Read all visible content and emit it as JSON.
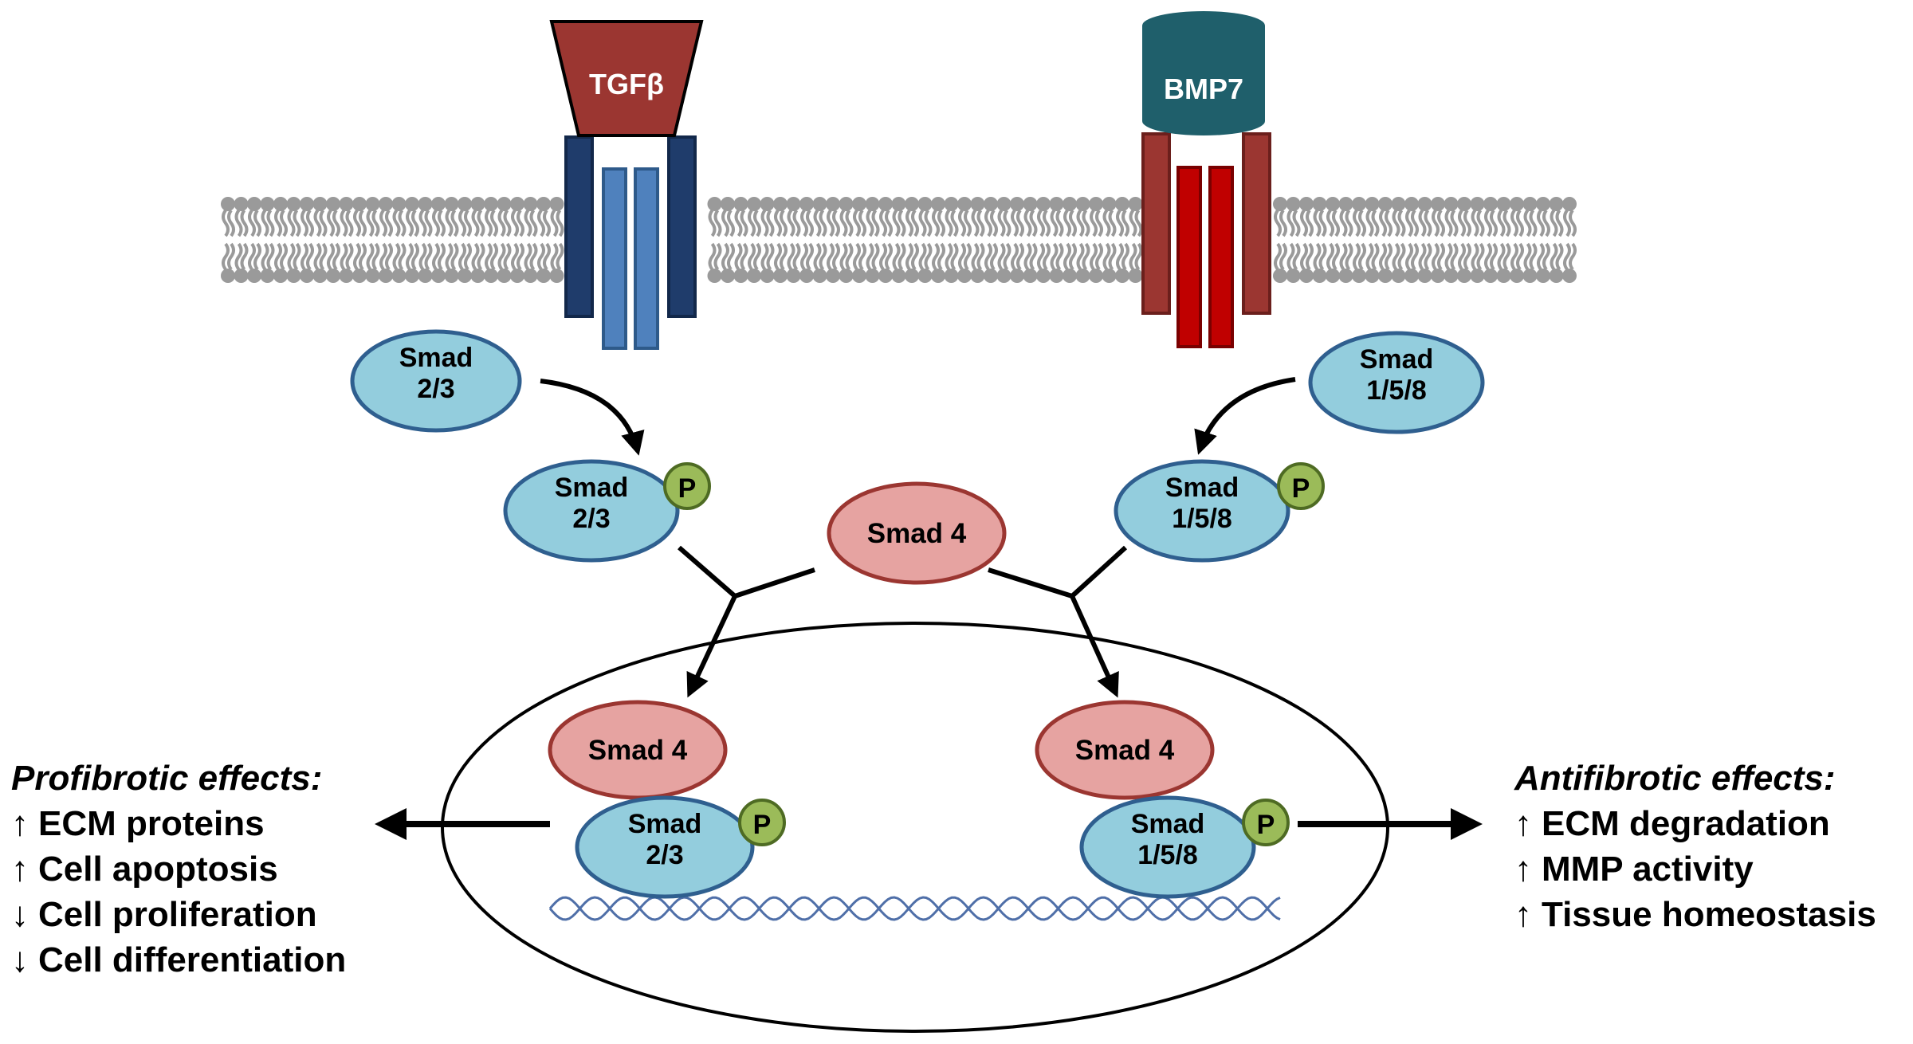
{
  "ligands": {
    "tgf": {
      "label": "TGFβ",
      "color": "#9b3631"
    },
    "bmp": {
      "label": "BMP7",
      "color": "#1f5f6b"
    }
  },
  "smad": {
    "r23_label": "Smad\n2/3",
    "r158_label": "Smad\n1/5/8",
    "smad4_label": "Smad 4",
    "phospho_label": "P"
  },
  "effects": {
    "profibrotic": {
      "title": "Profibrotic effects:",
      "items": [
        {
          "arrow": "↑",
          "text": "ECM proteins"
        },
        {
          "arrow": "↑",
          "text": "Cell apoptosis"
        },
        {
          "arrow": "↓",
          "text": "Cell proliferation"
        },
        {
          "arrow": "↓",
          "text": "Cell differentiation"
        }
      ]
    },
    "antifibrotic": {
      "title": "Antifibrotic effects:",
      "items": [
        {
          "arrow": "↑",
          "text": "ECM degradation"
        },
        {
          "arrow": "↑",
          "text": "MMP activity"
        },
        {
          "arrow": "↑",
          "text": "Tissue homeostasis"
        }
      ]
    }
  },
  "colors": {
    "rsmad_fill": "#93cddd",
    "rsmad_stroke": "#2f5f8f",
    "smad4_fill": "#e6a3a1",
    "smad4_stroke": "#9b3631",
    "phospho_fill": "#9bbb59",
    "phospho_stroke": "#4e6b23",
    "membrane": "#9a9a9a",
    "tgf_receptor_outer": "#1f3c6b",
    "tgf_receptor_inner": "#4f81bd",
    "bmp_receptor_outer": "#9b3631",
    "bmp_receptor_inner": "#c00000",
    "dna": "#4f6fa8"
  }
}
